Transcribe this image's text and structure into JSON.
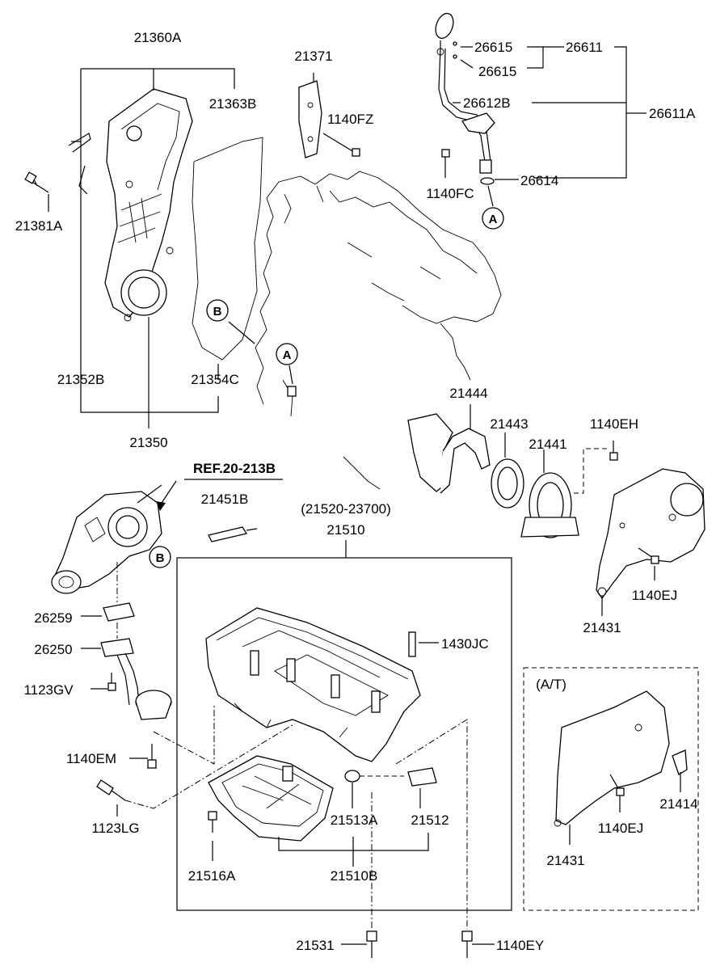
{
  "reference": "REF.20-213B",
  "labels": {
    "p21360A": "21360A",
    "p21363B": "21363B",
    "p21371": "21371",
    "p1140FZ": "1140FZ",
    "p26615a": "26615",
    "p26615b": "26615",
    "p26611": "26611",
    "p26612B": "26612B",
    "p26611A": "26611A",
    "p1140FC": "1140FC",
    "p26614": "26614",
    "p21381A": "21381A",
    "p21352B": "21352B",
    "p21354C": "21354C",
    "p21350": "21350",
    "p21444": "21444",
    "p21443": "21443",
    "p21441": "21441",
    "p1140EH": "1140EH",
    "p21451B": "21451B",
    "p21520": "(21520-23700)",
    "p21510": "21510",
    "p1140EJ": "1140EJ",
    "p21431": "21431",
    "p26259": "26259",
    "p26250": "26250",
    "p1430JC": "1430JC",
    "p1123GV": "1123GV",
    "p1140EM": "1140EM",
    "p1123LG": "1123LG",
    "p21513A": "21513A",
    "p21512": "21512",
    "p21516A": "21516A",
    "p21510B": "21510B",
    "p21531": "21531",
    "p1140EY": "1140EY",
    "at_title": "(A/T)",
    "at_21414": "21414",
    "at_1140EJ": "1140EJ",
    "at_21431": "21431"
  },
  "markers": {
    "a_top": "A",
    "a_mid": "A",
    "b_top": "B",
    "b_pump": "B"
  }
}
